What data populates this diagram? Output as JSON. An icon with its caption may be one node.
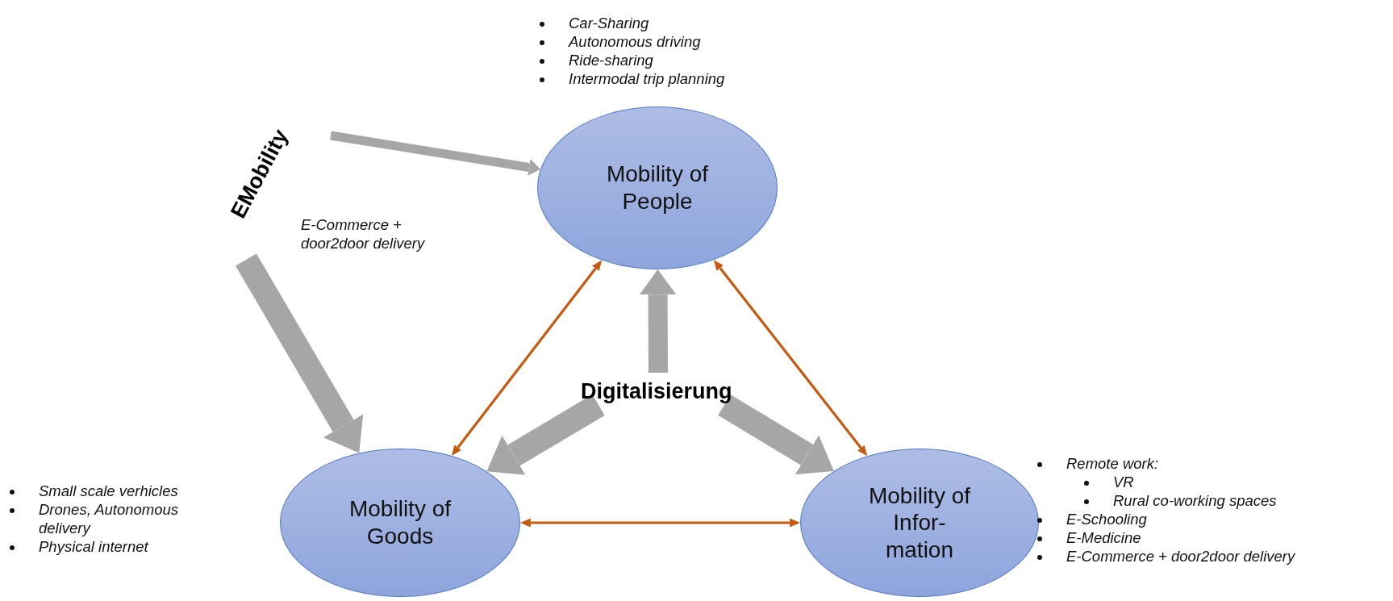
{
  "diagram": {
    "nodes": [
      {
        "text": [
          "Mobility of People"
        ],
        "beside": [
          "Car-Sharing",
          "Autonomous driving",
          "Ride-sharing",
          "Intermodal trip planning"
        ]
      },
      {
        "text": [
          "Mobility of Goods"
        ],
        "beside": [
          "Small scale verhicles",
          "Drones, Autonomous delivery",
          "Physical internet"
        ]
      },
      {
        "text": [
          "Mobility of Infor- mation"
        ],
        "beside": [
          "Remote work:",
          "VR",
          "Rural co-working spaces",
          "E-Schooling",
          "E-Medicine",
          "E-Commerce + door2door delivery"
        ]
      },
      {
        "text": [
          "EMobility"
        ]
      },
      {
        "text": [
          "Digitalisierung"
        ]
      }
    ],
    "edges": [
      {
        "from": 3,
        "to": 0,
        "arrow": "to"
      },
      {
        "from": 3,
        "to": 1,
        "arrow": "to",
        "style": "thick"
      },
      {
        "from": 4,
        "to": 0,
        "arrow": "to",
        "style": "thick"
      },
      {
        "from": 4,
        "to": 1,
        "arrow": "to",
        "style": "thick"
      },
      {
        "from": 4,
        "to": 2,
        "arrow": "to",
        "style": "thick"
      },
      {
        "from": 0,
        "to": 1,
        "arrow": "both",
        "color": "#c55a11"
      },
      {
        "from": 0,
        "to": 2,
        "arrow": "both",
        "color": "#c55a11"
      },
      {
        "from": 1,
        "to": 2,
        "arrow": "both",
        "color": "#c55a11"
      }
    ],
    "labels": [
      "E-Commerce + door2door delivery"
    ]
  }
}
